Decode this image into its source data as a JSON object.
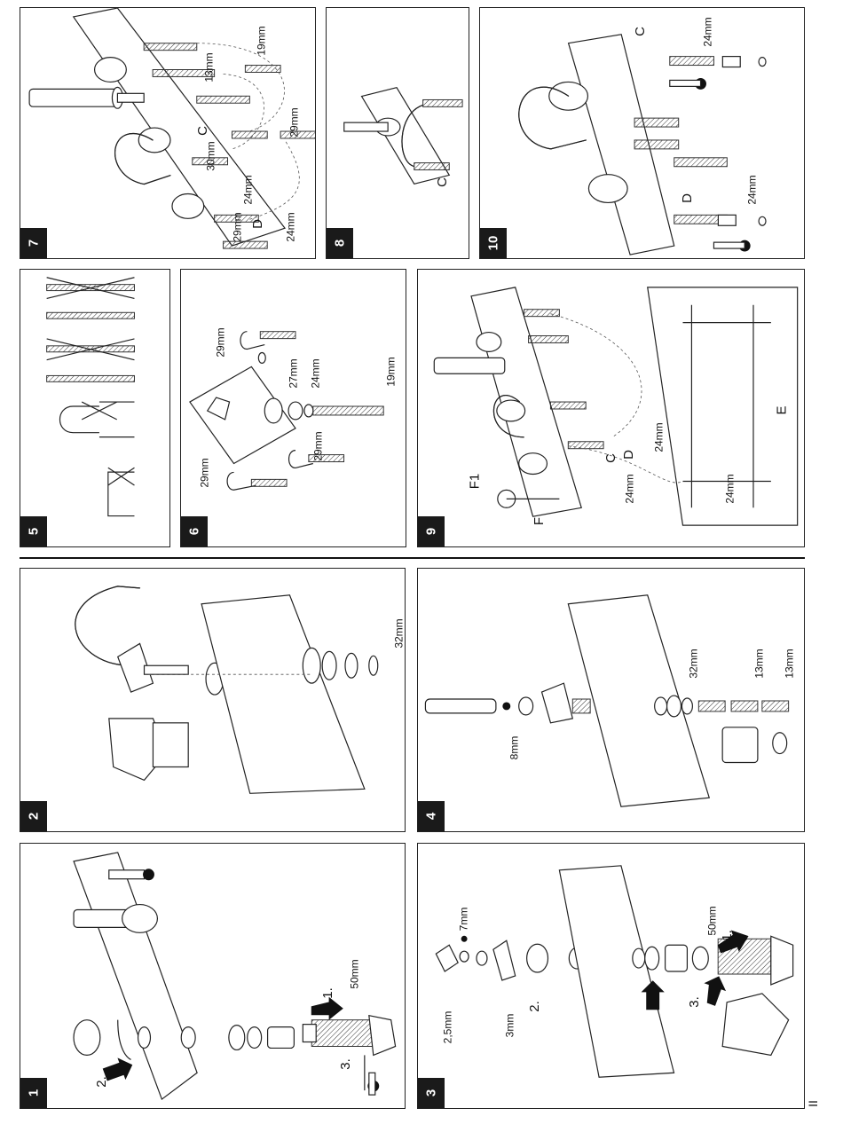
{
  "panels": {
    "p1": {
      "number": "1",
      "labels": {
        "size": "50mm",
        "step1": "1.",
        "step2": "2.",
        "step3": "3."
      }
    },
    "p2": {
      "number": "2",
      "labels": {
        "size": "32mm"
      }
    },
    "p3": {
      "number": "3",
      "labels": {
        "size_7": "7mm",
        "size_25": "2,5mm",
        "size_3": "3mm",
        "size_50": "50mm",
        "step1": "1.",
        "step2": "2.",
        "step3": "3."
      }
    },
    "p4": {
      "number": "4",
      "labels": {
        "size_8": "8mm",
        "size_32": "32mm",
        "size_13a": "13mm",
        "size_13b": "13mm"
      }
    },
    "p5": {
      "number": "5"
    },
    "p6": {
      "number": "6",
      "labels": {
        "s29a": "29mm",
        "s27": "27mm",
        "s24": "24mm",
        "s19": "19mm",
        "s29b": "29mm",
        "s29c": "29mm"
      }
    },
    "p7": {
      "number": "7",
      "labels": {
        "s19": "19mm",
        "s13": "13mm",
        "s29a": "29mm",
        "s30": "30mm",
        "s24a": "24mm",
        "s29b": "29mm",
        "s24b": "24mm",
        "C": "C",
        "D": "D"
      }
    },
    "p8": {
      "number": "8",
      "labels": {
        "C": "C"
      }
    },
    "p9": {
      "number": "9",
      "labels": {
        "F1": "F1",
        "F": "F",
        "C": "C",
        "D": "D",
        "E": "E",
        "s24a": "24mm",
        "s24b": "24mm",
        "s24c": "24mm"
      }
    },
    "p10": {
      "number": "10",
      "labels": {
        "C": "C",
        "s24a": "24mm",
        "D": "D",
        "s24b": "24mm"
      }
    }
  },
  "page_number": "II"
}
